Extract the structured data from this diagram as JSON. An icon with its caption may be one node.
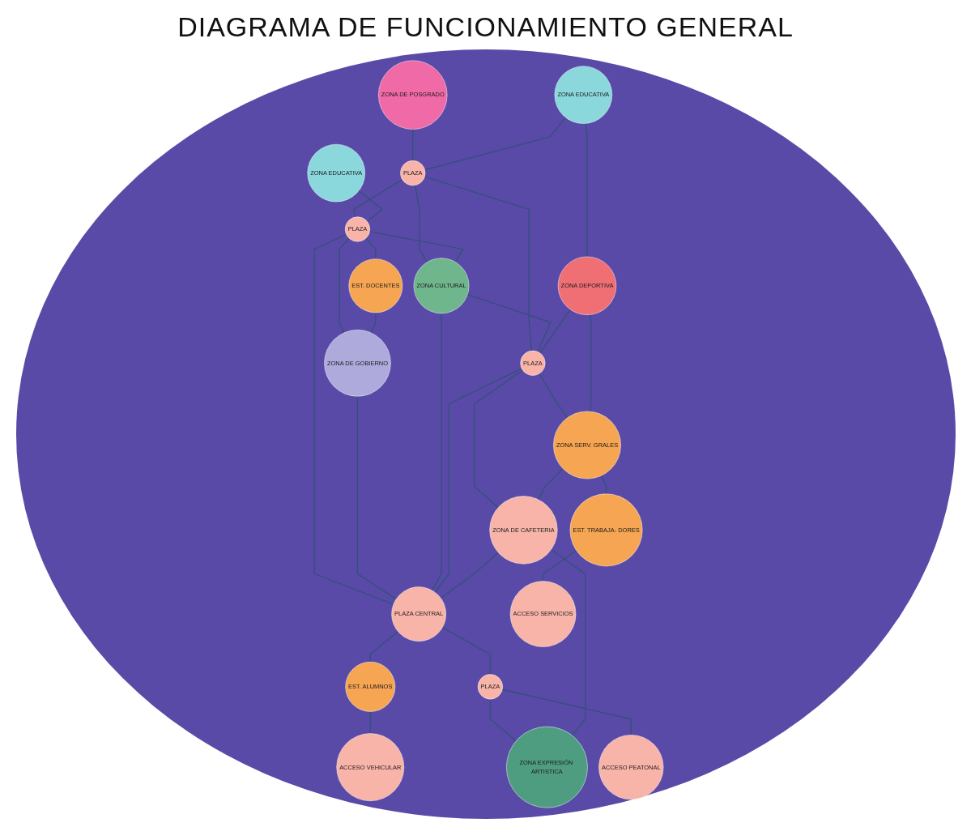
{
  "diagram": {
    "title": "DIAGRAMA DE FUNCIONAMIENTO GENERAL",
    "nodes": [
      {
        "text": [
          "ZONA DE POSGRADO"
        ]
      },
      {
        "text": [
          "ZONA EDUCATIVA"
        ]
      },
      {
        "text": [
          "ZONA EDUCATIVA"
        ]
      },
      {
        "text": [
          "ZONA DEPORTIVA"
        ]
      },
      {
        "text": [
          "PLAZA"
        ]
      },
      {
        "text": [
          "PLAZA"
        ]
      },
      {
        "text": [
          "ZONA CULTURAL"
        ]
      },
      {
        "text": [
          "EST. DOCENTES"
        ]
      },
      {
        "text": [
          "PLAZA"
        ]
      },
      {
        "text": [
          "ZONA SERV. GRALES"
        ]
      },
      {
        "text": [
          "ZONA DE GOBIERNO"
        ]
      },
      {
        "text": [
          "PLAZA CENTRAL"
        ]
      },
      {
        "text": [
          "ZONA DE CAFETERIA"
        ]
      },
      {
        "text": [
          "EST. ALUMNOS"
        ]
      },
      {
        "text": [
          "EST. TRABAJA- DORES"
        ]
      },
      {
        "text": [
          "PLAZA"
        ]
      },
      {
        "text": [
          "ZONA EXPRESIÓN ARTISTICA"
        ]
      },
      {
        "text": [
          "ACCESO VEHICULAR"
        ]
      },
      {
        "text": [
          "ACCESO SERVICIOS"
        ]
      },
      {
        "text": [
          "ACCESO PEATONAL"
        ]
      }
    ],
    "edges": [
      {
        "from": 0,
        "to": 4,
        "arrow": "none"
      },
      {
        "from": 1,
        "to": 4,
        "arrow": "none"
      },
      {
        "from": 1,
        "to": 3,
        "arrow": "none"
      },
      {
        "from": 4,
        "to": 6,
        "arrow": "none"
      },
      {
        "from": 4,
        "to": 8,
        "arrow": "none"
      },
      {
        "from": 4,
        "to": 5,
        "arrow": "none"
      },
      {
        "from": 2,
        "to": 5,
        "arrow": "none"
      },
      {
        "from": 5,
        "to": 7,
        "arrow": "none"
      },
      {
        "from": 5,
        "to": 6,
        "arrow": "none"
      },
      {
        "from": 6,
        "to": 8,
        "arrow": "none"
      },
      {
        "from": 8,
        "to": 9,
        "arrow": "none"
      },
      {
        "from": 3,
        "to": 8,
        "arrow": "none"
      },
      {
        "from": 3,
        "to": 9,
        "arrow": "none"
      },
      {
        "from": 5,
        "to": 10,
        "arrow": "none"
      },
      {
        "from": 5,
        "to": 11,
        "arrow": "none"
      },
      {
        "from": 7,
        "to": 10,
        "arrow": "none"
      },
      {
        "from": 10,
        "to": 11,
        "arrow": "none"
      },
      {
        "from": 6,
        "to": 11,
        "arrow": "none"
      },
      {
        "from": 8,
        "to": 11,
        "arrow": "none"
      },
      {
        "from": 8,
        "to": 12,
        "arrow": "none"
      },
      {
        "from": 12,
        "to": 11,
        "arrow": "none"
      },
      {
        "from": 9,
        "to": 12,
        "arrow": "none"
      },
      {
        "from": 11,
        "to": 13,
        "arrow": "none"
      },
      {
        "from": 13,
        "to": 17,
        "arrow": "none"
      },
      {
        "from": 11,
        "to": 15,
        "arrow": "none"
      },
      {
        "from": 15,
        "to": 16,
        "arrow": "none"
      },
      {
        "from": 12,
        "to": 16,
        "arrow": "none"
      },
      {
        "from": 15,
        "to": 19,
        "arrow": "none"
      },
      {
        "from": 9,
        "to": 14,
        "arrow": "none"
      },
      {
        "from": 14,
        "to": 18,
        "arrow": "none"
      }
    ]
  }
}
